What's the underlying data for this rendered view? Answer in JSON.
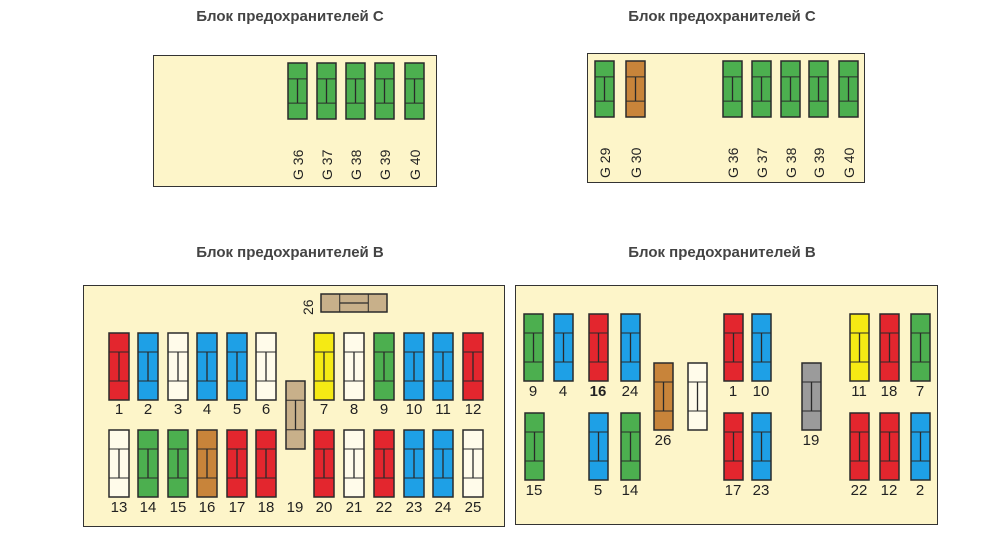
{
  "titles": {
    "c_left": "Блок предохранителей С",
    "c_right": "Блок предохранителей С",
    "b_left": "Блок предохранителей В",
    "b_right": "Блок предохранителей В"
  },
  "colors": {
    "red": "#e3262e",
    "blue": "#1ea0e6",
    "white": "#fffbea",
    "green": "#4caf4f",
    "yellow": "#f5ea14",
    "brown": "#c8843a",
    "tan": "#c8b08a",
    "gray": "#9b9b9b",
    "panel": "#fdf5c9"
  },
  "c_left": [
    {
      "label": "G 36",
      "color": "green"
    },
    {
      "label": "G 37",
      "color": "green"
    },
    {
      "label": "G 38",
      "color": "green"
    },
    {
      "label": "G 39",
      "color": "green"
    },
    {
      "label": "G 40",
      "color": "green"
    }
  ],
  "c_right": [
    {
      "label": "G 29",
      "color": "green"
    },
    {
      "label": "G 30",
      "color": "brown"
    },
    {
      "label": "G 36",
      "color": "green"
    },
    {
      "label": "G 37",
      "color": "green"
    },
    {
      "label": "G 38",
      "color": "green"
    },
    {
      "label": "G 39",
      "color": "green"
    },
    {
      "label": "G 40",
      "color": "green"
    }
  ],
  "b_left": [
    {
      "label": "1",
      "color": "red"
    },
    {
      "label": "2",
      "color": "blue"
    },
    {
      "label": "3",
      "color": "white"
    },
    {
      "label": "4",
      "color": "blue"
    },
    {
      "label": "5",
      "color": "blue"
    },
    {
      "label": "6",
      "color": "white"
    },
    {
      "label": "7",
      "color": "yellow"
    },
    {
      "label": "8",
      "color": "white"
    },
    {
      "label": "9",
      "color": "green"
    },
    {
      "label": "10",
      "color": "blue"
    },
    {
      "label": "11",
      "color": "blue"
    },
    {
      "label": "12",
      "color": "red"
    },
    {
      "label": "13",
      "color": "white"
    },
    {
      "label": "14",
      "color": "green"
    },
    {
      "label": "15",
      "color": "green"
    },
    {
      "label": "16",
      "color": "brown"
    },
    {
      "label": "17",
      "color": "red"
    },
    {
      "label": "18",
      "color": "red"
    },
    {
      "label": "19",
      "color": "tan"
    },
    {
      "label": "20",
      "color": "red"
    },
    {
      "label": "21",
      "color": "white"
    },
    {
      "label": "22",
      "color": "red"
    },
    {
      "label": "23",
      "color": "blue"
    },
    {
      "label": "24",
      "color": "blue"
    },
    {
      "label": "25",
      "color": "white"
    },
    {
      "label": "26",
      "color": "tan"
    }
  ],
  "b_right": [
    {
      "label": "9",
      "color": "green"
    },
    {
      "label": "4",
      "color": "blue"
    },
    {
      "label": "16",
      "color": "red",
      "bold": true
    },
    {
      "label": "24",
      "color": "blue"
    },
    {
      "label": "26",
      "color": "brown"
    },
    {
      "label": "",
      "color": "white"
    },
    {
      "label": "1",
      "color": "red"
    },
    {
      "label": "10",
      "color": "blue"
    },
    {
      "label": "19",
      "color": "gray"
    },
    {
      "label": "11",
      "color": "yellow"
    },
    {
      "label": "18",
      "color": "red"
    },
    {
      "label": "7",
      "color": "green"
    },
    {
      "label": "15",
      "color": "green"
    },
    {
      "label": "5",
      "color": "blue"
    },
    {
      "label": "14",
      "color": "green"
    },
    {
      "label": "17",
      "color": "red"
    },
    {
      "label": "23",
      "color": "blue"
    },
    {
      "label": "22",
      "color": "red"
    },
    {
      "label": "12",
      "color": "red"
    },
    {
      "label": "2",
      "color": "blue"
    }
  ]
}
